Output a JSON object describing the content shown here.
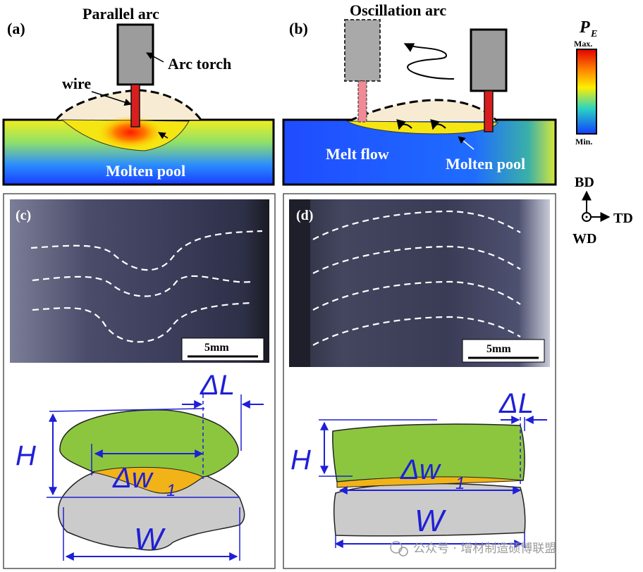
{
  "panel_a": {
    "tag": "(a)",
    "title": "Parallel arc",
    "torch_label": "Arc torch",
    "wire_label": "wire",
    "pool_label": "Molten pool"
  },
  "panel_b": {
    "tag": "(b)",
    "title": "Oscillation arc",
    "flow_label": "Melt flow",
    "pool_label": "Molten pool"
  },
  "colorbar": {
    "symbol": "P",
    "subscript": "E",
    "max_label": "Max.",
    "min_label": "Min.",
    "colors": [
      "#e60000",
      "#ff8800",
      "#ffee00",
      "#2bd4c0",
      "#1040ff"
    ]
  },
  "axes": {
    "bd": "BD",
    "td": "TD",
    "wd": "WD"
  },
  "panel_c": {
    "tag": "(c)",
    "scale": "5mm",
    "labels": {
      "h": "H",
      "dl": "ΔL",
      "dw": "Δw",
      "dw_sub": "1",
      "w": "W"
    }
  },
  "panel_d": {
    "tag": "(d)",
    "scale": "5mm",
    "labels": {
      "h": "H",
      "dl": "ΔL",
      "dw": "Δw",
      "dw_sub": "1",
      "w": "W"
    }
  },
  "watermark": "公众号 · 增材制造硕博联盟"
}
